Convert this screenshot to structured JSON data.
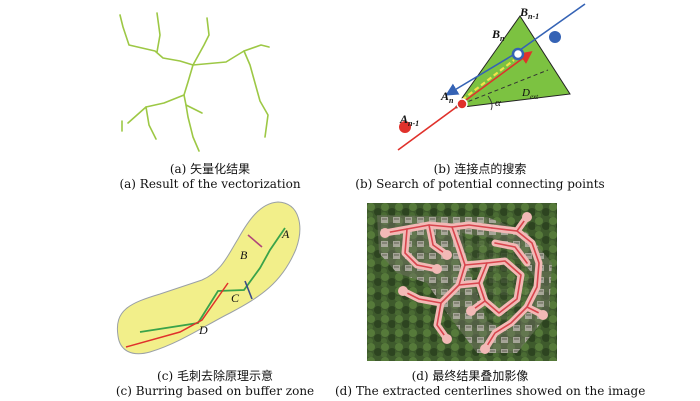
{
  "colors": {
    "vector_line": "#9dc845",
    "triangle_fill": "#7cc241",
    "red": "#e0312b",
    "blue": "#3563b5",
    "buffer_fill": "#f2ef8a",
    "buffer_stroke": "#9aa0a6",
    "green_line": "#3aa34a",
    "marker": "#b0457a",
    "road": "#f2b9b6",
    "road_center": "#d8454d"
  },
  "panel_a": {
    "caption_cn": "(a) 矢量化结果",
    "caption_en": "(a) Result of the vectorization"
  },
  "panel_b": {
    "caption_cn": "(b) 连接点的搜索",
    "caption_en": "(b) Search of potential connecting points",
    "labels": {
      "a_n1": "A",
      "a_n1_sub": "n-1",
      "a_n": "A",
      "a_n_sub": "n",
      "b_n": "B",
      "b_n_sub": "n",
      "b_n1": "B",
      "b_n1_sub": "n-1",
      "alpha": "α",
      "d": "D",
      "d_sub": "ext"
    }
  },
  "panel_c": {
    "caption_cn": "(c) 毛刺去除原理示意",
    "caption_en": "(c) Burring based on buffer zone",
    "labels": {
      "a": "A",
      "b": "B",
      "c": "C",
      "d": "D"
    }
  },
  "panel_d": {
    "caption_cn": "(d) 最终结果叠加影像",
    "caption_en": "(d) The extracted centerlines showed on the image"
  }
}
